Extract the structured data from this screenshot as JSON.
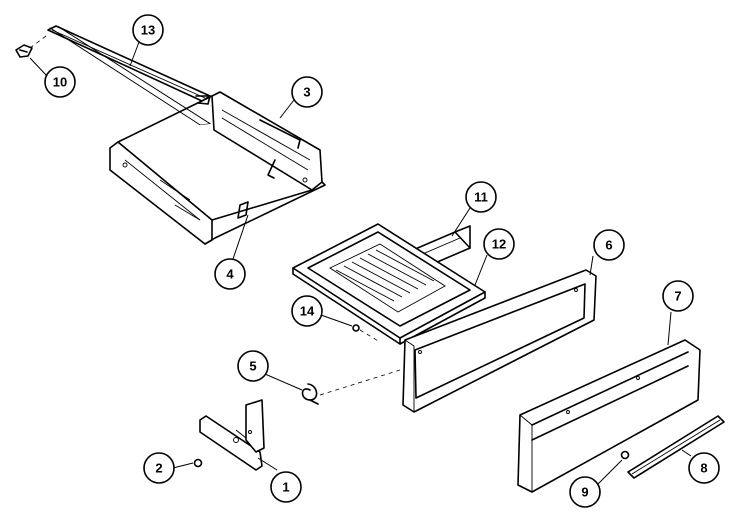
{
  "callouts": [
    {
      "id": "13",
      "label": "13"
    },
    {
      "id": "10",
      "label": "10"
    },
    {
      "id": "3",
      "label": "3"
    },
    {
      "id": "4",
      "label": "4"
    },
    {
      "id": "11",
      "label": "11"
    },
    {
      "id": "12",
      "label": "12"
    },
    {
      "id": "6",
      "label": "6"
    },
    {
      "id": "14",
      "label": "14"
    },
    {
      "id": "7",
      "label": "7"
    },
    {
      "id": "5",
      "label": "5"
    },
    {
      "id": "2",
      "label": "2"
    },
    {
      "id": "1",
      "label": "1"
    },
    {
      "id": "9",
      "label": "9"
    },
    {
      "id": "8",
      "label": "8"
    }
  ]
}
